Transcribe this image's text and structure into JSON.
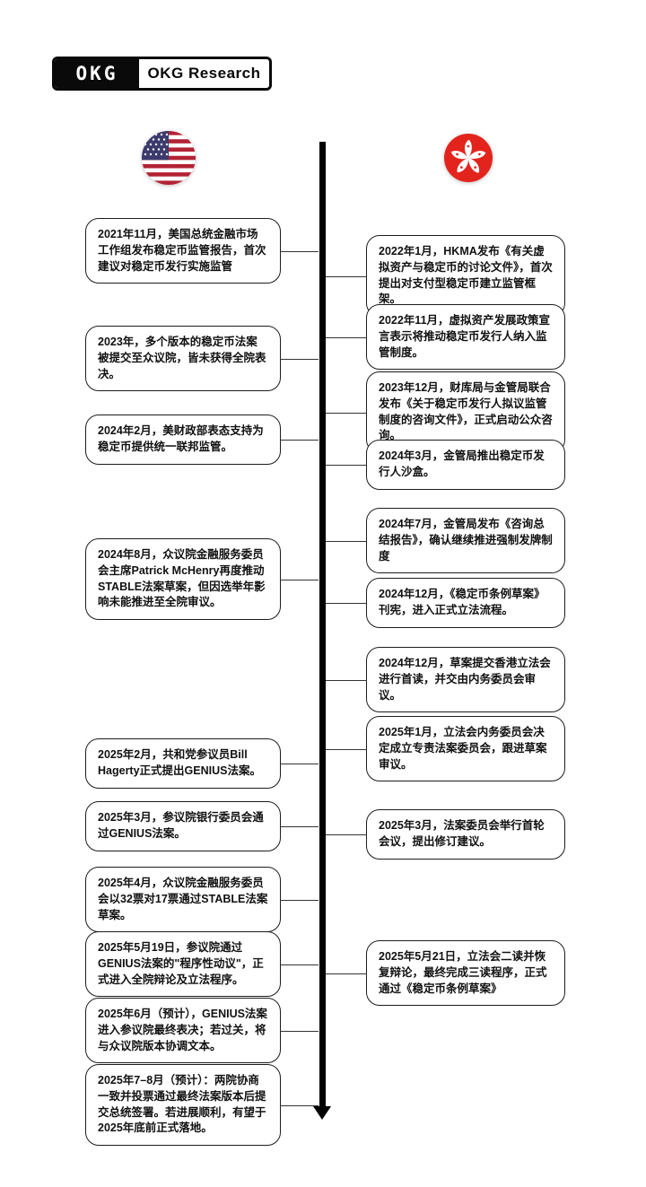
{
  "logo": {
    "mark": "OKG",
    "text": "OKG Research"
  },
  "flags": {
    "left": "United States flag",
    "right": "Hong Kong flag"
  },
  "colors": {
    "axis": "#000000",
    "box_border": "#1c1c1c",
    "us_flag_red": "#B22234",
    "us_flag_blue": "#3C3B6E",
    "hk_flag_red": "#E3241D"
  },
  "us_events": [
    {
      "text": "2021年11月，美国总统金融市场工作组发布稳定币监管报告，首次建议对稳定币发行实施监管"
    },
    {
      "text": "2023年，多个版本的稳定币法案被提交至众议院，皆未获得全院表决。"
    },
    {
      "text": "2024年2月，美财政部表态支持为稳定币提供统一联邦监管。"
    },
    {
      "text": "2024年8月，众议院金融服务委员会主席Patrick McHenry再度推动STABLE法案草案，但因选举年影响未能推进至全院审议。"
    },
    {
      "text": "2025年2月，共和党参议员Bill Hagerty正式提出GENIUS法案。"
    },
    {
      "text": "2025年3月，参议院银行委员会通过GENIUS法案。"
    },
    {
      "text": "2025年4月，众议院金融服务委员会以32票对17票通过STABLE法案草案。"
    },
    {
      "text": "2025年5月19日，参议院通过GENIUS法案的\"程序性动议\"，正式进入全院辩论及立法程序。"
    },
    {
      "text": "2025年6月（预计），GENIUS法案进入参议院最终表决；若过关，将与众议院版本协调文本。"
    },
    {
      "text": "2025年7–8月（预计）：两院协商一致并投票通过最终法案版本后提交总统签署。若进展顺利，有望于2025年底前正式落地。"
    }
  ],
  "hk_events": [
    {
      "text": "2022年1月，HKMA发布《有关虚拟资产与稳定币的讨论文件》，首次提出对支付型稳定币建立监管框架。"
    },
    {
      "text": "2022年11月，虚拟资产发展政策宣言表示将推动稳定币发行人纳入监管制度。"
    },
    {
      "text": "2023年12月，财库局与金管局联合发布《关于稳定币发行人拟议监管制度的咨询文件》，正式启动公众咨询。"
    },
    {
      "text": "2024年3月，金管局推出稳定币发行人沙盒。"
    },
    {
      "text": "2024年7月，金管局发布《咨询总结报告》，确认继续推进强制发牌制度"
    },
    {
      "text": "2024年12月，《稳定币条例草案》刊宪，进入正式立法流程。"
    },
    {
      "text": "2024年12月，草案提交香港立法会进行首读，并交由内务委员会审议。"
    },
    {
      "text": "2025年1月，立法会内务委员会决定成立专责法案委员会，跟进草案审议。"
    },
    {
      "text": "2025年3月，法案委员会举行首轮会议，提出修订建议。"
    },
    {
      "text": "2025年5月21日，立法会二读并恢复辩论，最终完成三读程序，正式通过《稳定币条例草案》"
    }
  ]
}
